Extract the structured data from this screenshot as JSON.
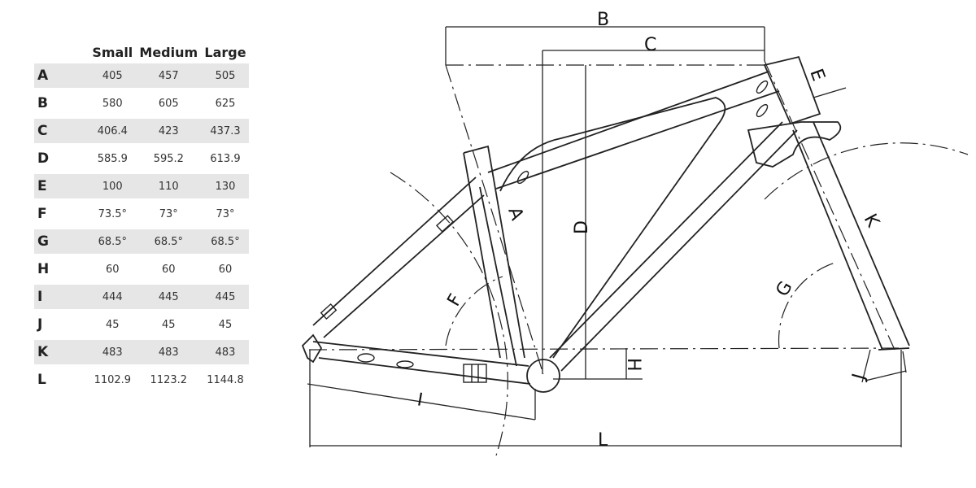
{
  "table": {
    "columns": [
      "Small",
      "Medium",
      "Large"
    ],
    "rows": [
      {
        "key": "A",
        "values": [
          "405",
          "457",
          "505"
        ]
      },
      {
        "key": "B",
        "values": [
          "580",
          "605",
          "625"
        ]
      },
      {
        "key": "C",
        "values": [
          "406.4",
          "423",
          "437.3"
        ]
      },
      {
        "key": "D",
        "values": [
          "585.9",
          "595.2",
          "613.9"
        ]
      },
      {
        "key": "E",
        "values": [
          "100",
          "110",
          "130"
        ]
      },
      {
        "key": "F",
        "values": [
          "73.5°",
          "73°",
          "73°"
        ]
      },
      {
        "key": "G",
        "values": [
          "68.5°",
          "68.5°",
          "68.5°"
        ]
      },
      {
        "key": "H",
        "values": [
          "60",
          "60",
          "60"
        ]
      },
      {
        "key": "I",
        "values": [
          "444",
          "445",
          "445"
        ]
      },
      {
        "key": "J",
        "values": [
          "45",
          "45",
          "45"
        ]
      },
      {
        "key": "K",
        "values": [
          "483",
          "483",
          "483"
        ]
      },
      {
        "key": "L",
        "values": [
          "1102.9",
          "1123.2",
          "1144.8"
        ]
      }
    ]
  },
  "diagram": {
    "labels": {
      "A": "A",
      "B": "B",
      "C": "C",
      "D": "D",
      "E": "E",
      "F": "F",
      "G": "G",
      "H": "H",
      "I": "I",
      "J": "J",
      "K": "K",
      "L": "L"
    }
  }
}
